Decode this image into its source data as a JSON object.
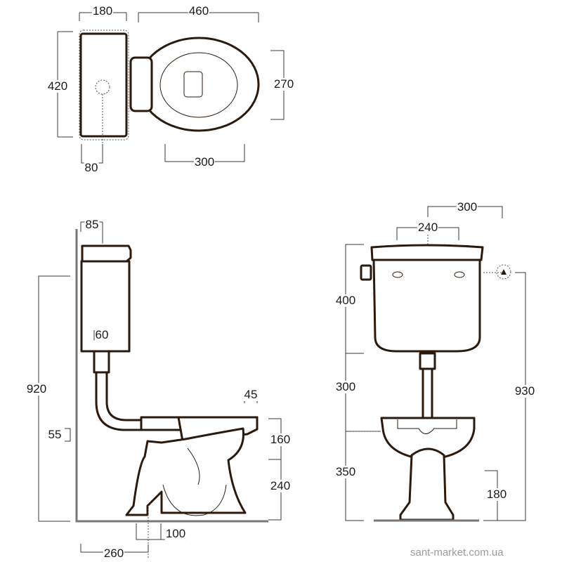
{
  "top_view": {
    "tank_width": "180",
    "bowl_length": "460",
    "depth": "420",
    "bowl_width": "270",
    "inlet_offset": "80",
    "bowl_inner": "300"
  },
  "side_view": {
    "cistern_inlet": "85",
    "flush_pipe": "60",
    "total_height": "920",
    "pipe_gap": "55",
    "rim_offset": "45",
    "bowl_height": "160",
    "pedestal_height": "240",
    "outlet_width": "100",
    "outlet_distance": "260"
  },
  "front_view": {
    "handle_offset": "300",
    "cistern_fixing": "240",
    "cistern_height": "400",
    "pipe_length": "300",
    "bowl_height": "350",
    "water_inlet_height": "930",
    "outlet_height": "180"
  },
  "watermark": "sant-market.com.ua"
}
